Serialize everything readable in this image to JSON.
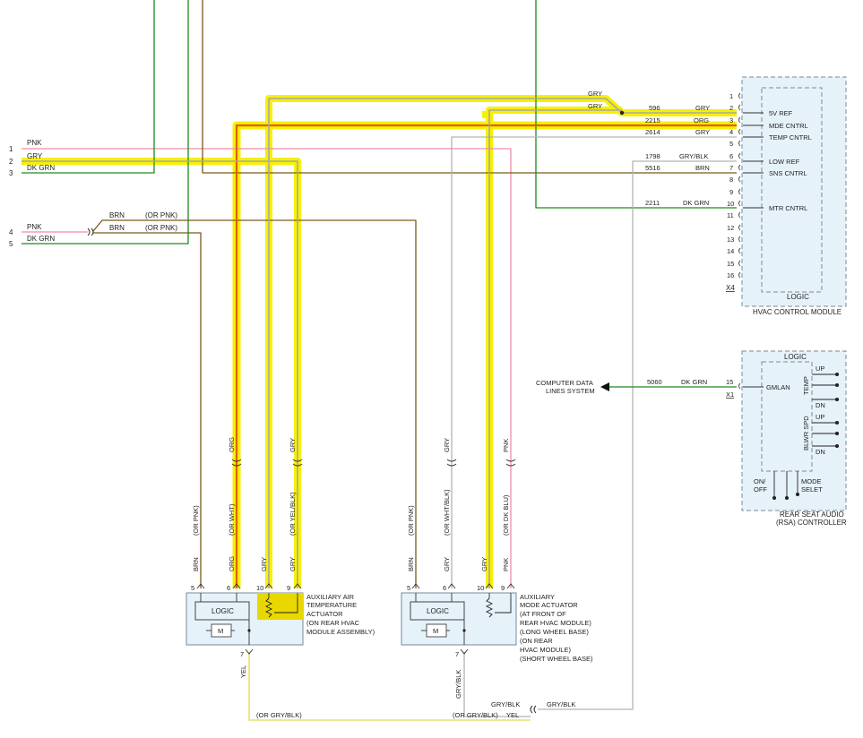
{
  "left_connector": [
    {
      "pin": "1",
      "wire": "PNK"
    },
    {
      "pin": "2",
      "wire": "GRY"
    },
    {
      "pin": "3",
      "wire": "DK GRN"
    },
    {
      "pin": "4",
      "wire": "PNK"
    },
    {
      "pin": "5",
      "wire": "DK GRN"
    }
  ],
  "splice_labels": {
    "brn_upper": "BRN",
    "brn_lower": "BRN",
    "or_pnk_upper": "(OR PNK)",
    "or_pnk_lower": "(OR PNK)"
  },
  "hvac_module": {
    "name": "HVAC CONTROL MODULE",
    "logic": "LOGIC",
    "connector": "X4",
    "pins": [
      "1",
      "2",
      "3",
      "4",
      "5",
      "6",
      "7",
      "8",
      "9",
      "10",
      "11",
      "12",
      "13",
      "14",
      "15",
      "16"
    ],
    "circuits": [
      {
        "pin": "2",
        "circuit": "596",
        "wire": "GRY",
        "function": "5V REF"
      },
      {
        "pin": "3",
        "circuit": "2215",
        "wire": "ORG",
        "function": "MDE CNTRL"
      },
      {
        "pin": "4",
        "circuit": "2614",
        "wire": "GRY",
        "function": "TEMP CNTRL"
      },
      {
        "pin": "6",
        "circuit": "1798",
        "wire": "GRY/BLK",
        "function": "LOW REF"
      },
      {
        "pin": "7",
        "circuit": "5516",
        "wire": "BRN",
        "function": "SNS CNTRL"
      },
      {
        "pin": "10",
        "circuit": "2211",
        "wire": "DK GRN",
        "function": "MTR CNTRL"
      }
    ],
    "top_gry_labels": [
      "GRY",
      "GRY"
    ]
  },
  "rsa_controller": {
    "name_line1": "REAR SEAT AUDIO",
    "name_line2": "(RSA) CONTROLLER",
    "logic": "LOGIC",
    "gmlan": "GMLAN",
    "temp": "TEMP",
    "blwr_spd": "BLWR SPD",
    "up1": "UP",
    "dn1": "DN",
    "up2": "UP",
    "dn2": "DN",
    "on_off_1": "ON/",
    "on_off_2": "OFF",
    "mode_1": "MODE",
    "mode_2": "SELET",
    "pin": "15",
    "circuit": "5060",
    "wire": "DK GRN",
    "connector": "X1"
  },
  "computer_data": {
    "line1": "COMPUTER DATA",
    "line2": "LINES SYSTEM"
  },
  "actuator_temp": {
    "line1": "AUXILIARY AIR",
    "line2": "TEMPERATURE",
    "line3": "ACTUATOR",
    "line4": "(ON REAR HVAC",
    "line5": "MODULE ASSEMBLY)",
    "logic": "LOGIC",
    "motor": "M",
    "pins": [
      "5",
      "6",
      "10",
      "9",
      "7"
    ],
    "wire_labels": [
      "BRN",
      "ORG",
      "GRY",
      "GRY"
    ],
    "alt_labels": [
      "(OR PNK)",
      "(OR WHT)",
      "(OR YEL/BLK)"
    ],
    "upper_labels": [
      "ORG",
      "GRY"
    ]
  },
  "actuator_mode": {
    "line1": "AUXILIARY",
    "line2": "MODE ACTUATOR",
    "line3": "(AT FRONT OF",
    "line4": "REAR HVAC MODULE)",
    "line5": "(LONG WHEEL BASE)",
    "line6": "(ON REAR",
    "line7": "HVAC MODULE)",
    "line8": "(SHORT WHEEL BASE)",
    "logic": "LOGIC",
    "motor": "M",
    "pins": [
      "5",
      "6",
      "10",
      "9",
      "7"
    ],
    "wire_labels": [
      "BRN",
      "GRY",
      "GRY",
      "PNK"
    ],
    "alt_labels": [
      "(OR PNK)",
      "(OR WHT/BLK)",
      "(OR DK BLU)"
    ],
    "upper_labels": [
      "GRY",
      "PNK"
    ]
  },
  "bottom_labels": {
    "yel": "YEL",
    "gry_blk_vert": "GRY/BLK",
    "or_gry_blk_left": "(OR GRY/BLK)",
    "or_gry_blk_right": "(OR GRY/BLK)",
    "yel_bottom": "YEL",
    "gry_blk_top": "GRY/BLK",
    "gry_blk_right": "GRY/BLK"
  },
  "colors": {
    "pink": "#f08ca8",
    "green": "#1e8a1e",
    "brown": "#7a5a1a",
    "gray": "#b4b4b4",
    "orange": "#e06010",
    "highlight": "#f7f000",
    "wire_yellow": "#e8e070",
    "module_fill": "#e6f2fa",
    "module_stroke": "#7a8a96"
  }
}
